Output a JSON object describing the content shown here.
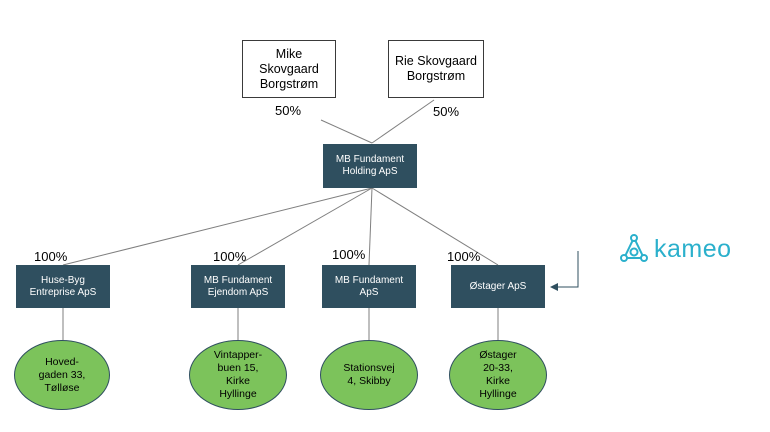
{
  "owners": [
    {
      "id": "mike",
      "label": "Mike\nSkovgaard\nBorgstrøm",
      "share": "50%"
    },
    {
      "id": "rie",
      "label": "Rie Skovgaard\nBorgstrøm",
      "share": "50%"
    }
  ],
  "holding": {
    "label": "MB Fundament\nHolding ApS"
  },
  "subsidiaries": [
    {
      "label": "Huse-Byg\nEntreprise ApS",
      "share": "100%",
      "property": "Hoved-\ngaden 33,\nTølløse"
    },
    {
      "label": "MB Fundament\nEjendom ApS",
      "share": "100%",
      "property": "Vintapper-\nbuen 15,\nKirke\nHyllinge"
    },
    {
      "label": "MB Fundament\nApS",
      "share": "100%",
      "property": "Stationsvej\n4, Skibby"
    },
    {
      "label": "Østager ApS",
      "share": "100%",
      "property": "Østager\n20-33,\nKirke\nHyllinge"
    }
  ],
  "logo": {
    "text": "kameo",
    "icon": "kameo-logo-icon",
    "color": "#2bb0cc"
  },
  "colors": {
    "company_box": "#2f4f5f",
    "property_fill": "#7cc35b"
  }
}
